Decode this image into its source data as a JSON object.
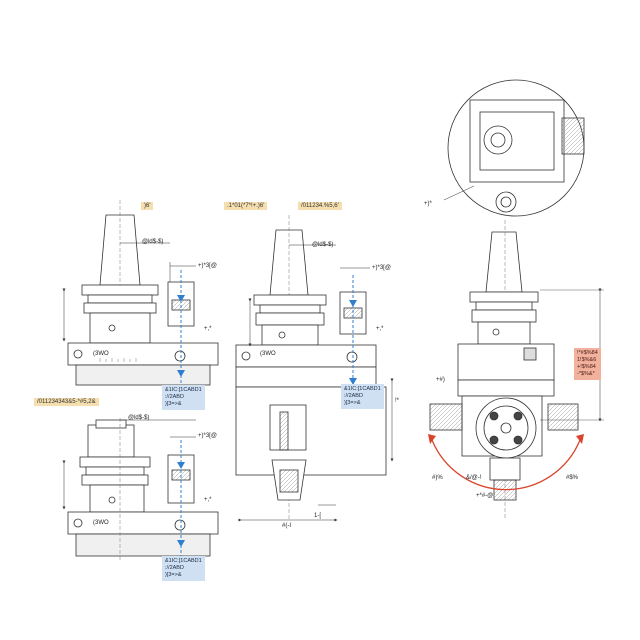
{
  "colors": {
    "tag_yellow": "#f6dfae",
    "tag_blue": "#cfe0f2",
    "tag_red": "#f1b19d",
    "coolant_blue": "#2f7fd0",
    "rotation_red": "#d9442b"
  },
  "labels": {
    "v1_tag": ")6'",
    "v1_dim_top": "@ld$-$)",
    "v1_dim_right": "+)*3[@",
    "v1_scale": "(3WO",
    "v1_info": "&1IC:[1CABD1\n://2ABD\n)[3=>&",
    "v1_plus": "+,*",
    "v2_tag": "/011234343&5-*#5,2&",
    "v2_dim_top": "@ld$-$)",
    "v2_dim_right": "+)*3[@",
    "v2_scale": "(3WO",
    "v2_info": "&1IC:[1CABD1\n://2ABD\n)[3=>&",
    "v2_plus": "+,*",
    "v3_tag_a": ".1*01(*7*!+.)6'",
    "v3_tag_b": "/011234.%5,6'",
    "v3_dim_top": "@ld$-$)",
    "v3_dim_right": "+)*3[@",
    "v3_scale": "(3WO",
    "v3_info": "&1IC:[1CABD1\n://2ABD\n)[3=>&",
    "v3_bottom_dim": "#(-I",
    "v3_bottom_dim2": "1-[",
    "v3_plus": "+,*",
    "v3_side": "!*",
    "v4_detail": "+)*",
    "v4_red_box": "!*#$%84\n1!$%&6\n+!$%84\n-*$%&*",
    "v4_left": "+#)",
    "v4_bottom_left": "#)%",
    "v4_bottom_mid": "&/@-!",
    "v4_bottom_mid2": "+*#-@",
    "v4_bottom_right": "#$%"
  }
}
